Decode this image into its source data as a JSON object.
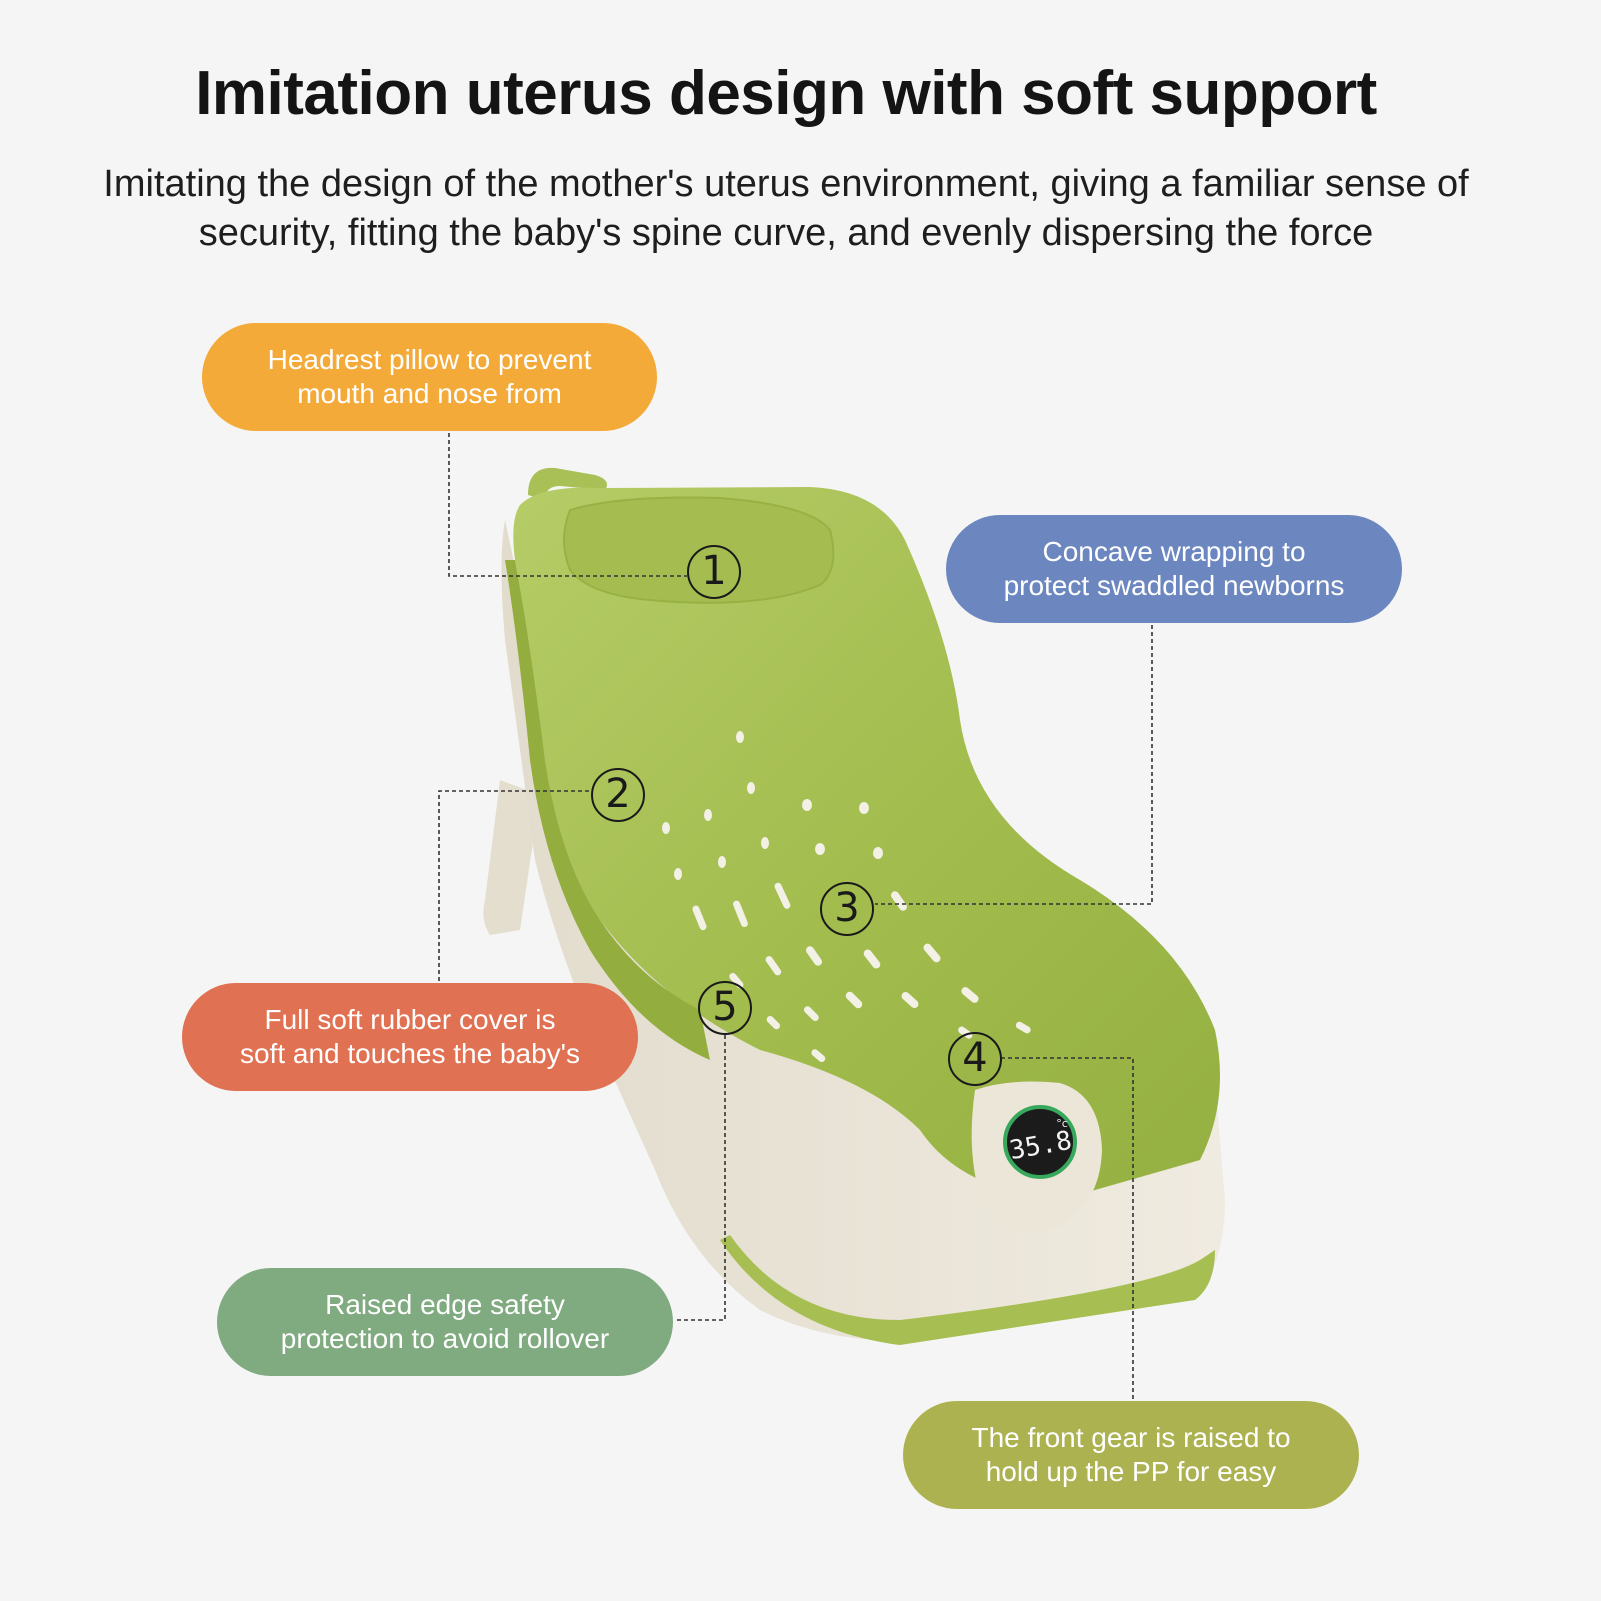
{
  "title": "Imitation uterus design with soft support",
  "subtitle": "Imitating the design of the mother's uterus environment, giving a familiar sense of security, fitting the baby's spine curve, and evenly dispersing the force",
  "callouts": [
    {
      "number": "1",
      "line1": "Headrest pillow to prevent",
      "line2": "mouth and nose from",
      "color": "#f4aa39"
    },
    {
      "number": "3",
      "line1": "Concave wrapping to",
      "line2": "protect swaddled newborns",
      "color": "#6c87c0"
    },
    {
      "number": "2",
      "line1": "Full soft rubber cover is",
      "line2": "soft and touches the baby's",
      "color": "#e07152"
    },
    {
      "number": "5",
      "line1": "Raised edge safety",
      "line2": "protection to avoid rollover",
      "color": "#80aa80"
    },
    {
      "number": "4",
      "line1": "The front gear is raised to",
      "line2": "hold up the PP for easy",
      "color": "#adb251"
    }
  ],
  "markers": [
    "1",
    "2",
    "3",
    "4",
    "5"
  ],
  "thermometer": {
    "reading": "35.8",
    "unit": "°c"
  },
  "colors": {
    "seat_green": "#a9c257",
    "base_cream": "#ece6da"
  }
}
